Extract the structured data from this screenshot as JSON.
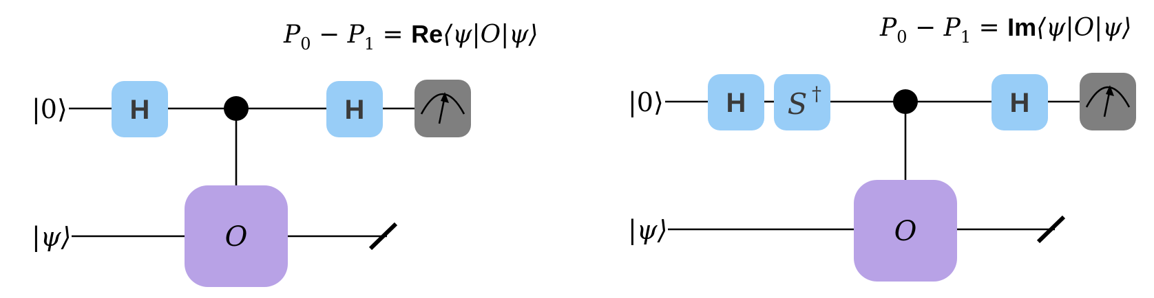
{
  "left_circuit": {
    "formula": {
      "p": "P",
      "sub0": "0",
      "minus": " − ",
      "sub1": "1",
      "equals": " = ",
      "part": "Re",
      "expectation": "⟨ψ|O|ψ⟩"
    },
    "wires": {
      "ancilla_ket": "|0⟩",
      "system_ket": "|ψ⟩"
    },
    "gates": {
      "h1": "H",
      "h2": "H",
      "oracle": "O"
    }
  },
  "right_circuit": {
    "formula": {
      "p": "P",
      "sub0": "0",
      "minus": " − ",
      "sub1": "1",
      "equals": " = ",
      "part": "Im",
      "expectation": "⟨ψ|O|ψ⟩"
    },
    "wires": {
      "ancilla_ket": "|0⟩",
      "system_ket": "|ψ⟩"
    },
    "gates": {
      "h1": "H",
      "s_dagger_base": "S",
      "s_dagger_sup": "†",
      "h2": "H",
      "oracle": "O"
    }
  },
  "colors": {
    "hadamard_gate": "#98cdf7",
    "oracle_gate": "#b8a2e6",
    "measurement_gate": "#7f7f7f"
  },
  "icons": [
    "measurement-meter-icon",
    "discard-slash-icon",
    "control-dot-icon"
  ]
}
